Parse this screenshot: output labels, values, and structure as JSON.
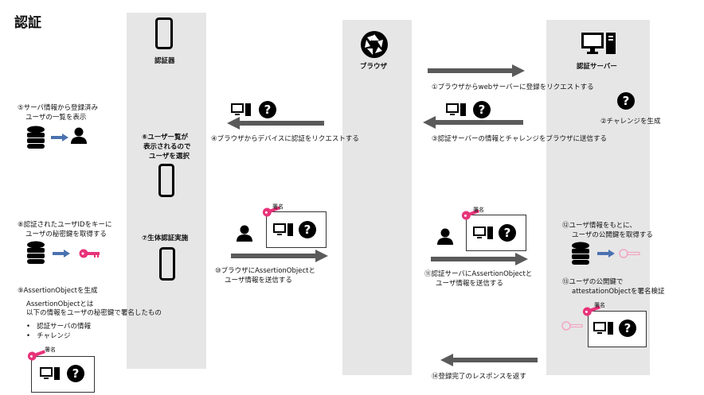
{
  "title": "認証",
  "lanes": {
    "authenticator": "認証器",
    "browser": "ブラウザ",
    "server": "認証サーバー"
  },
  "steps": {
    "s1": "①ブラウザからwebサーバーに登録をリクエストする",
    "s2": "②チャレンジを生成",
    "s3": "③認証サーバーの情報とチャレンジをブラウザに送信する",
    "s4": "④ブラウザからデバイスに認証をリクエストする",
    "s5_line1": "⑤サーバ情報から登録済み",
    "s5_line2": "ユーザの一覧を表示",
    "s6_line1": "⑥ユーザー覧が",
    "s6_line2": "表示されるので",
    "s6_line3": "ユーザを選択",
    "s7": "⑦生体認証実施",
    "s8_line1": "⑧認証されたユーザIDをキーに",
    "s8_line2": "ユーザの秘密鍵を取得する",
    "s9_title": "⑨AssertionObjectを生成",
    "s9_line1": "AssertionObjectとは",
    "s9_line2": "以下の情報をユーザの秘密鍵で署名したもの",
    "s9_bullets": [
      "認証サーバの情報",
      "チャレンジ"
    ],
    "s10_line1": "⑩ブラウザにAssertionObjectと",
    "s10_line2": "ユーザ情報を送信する",
    "s11_line1": "⑪認証サーバにAssertionObjectと",
    "s11_line2": "ユーザ情報を送信する",
    "s12_line1": "⑫ユーザ情報をもとに、",
    "s12_line2": "ユーザの公開鍵を取得する",
    "s13_line1": "⑬ユーザの公開鍵で",
    "s13_line2": "attestationObjectを署名検証",
    "s14": "⑭登録完了のレスポンスを返す"
  },
  "signature_label": "署名",
  "question_mark": "?",
  "colors": {
    "private_key": "#e8337a",
    "public_key": "#f2a6c4",
    "arrow": "#5a5a5a",
    "blue_arrow": "#4a72b0",
    "lane": "#e6e6e6"
  }
}
